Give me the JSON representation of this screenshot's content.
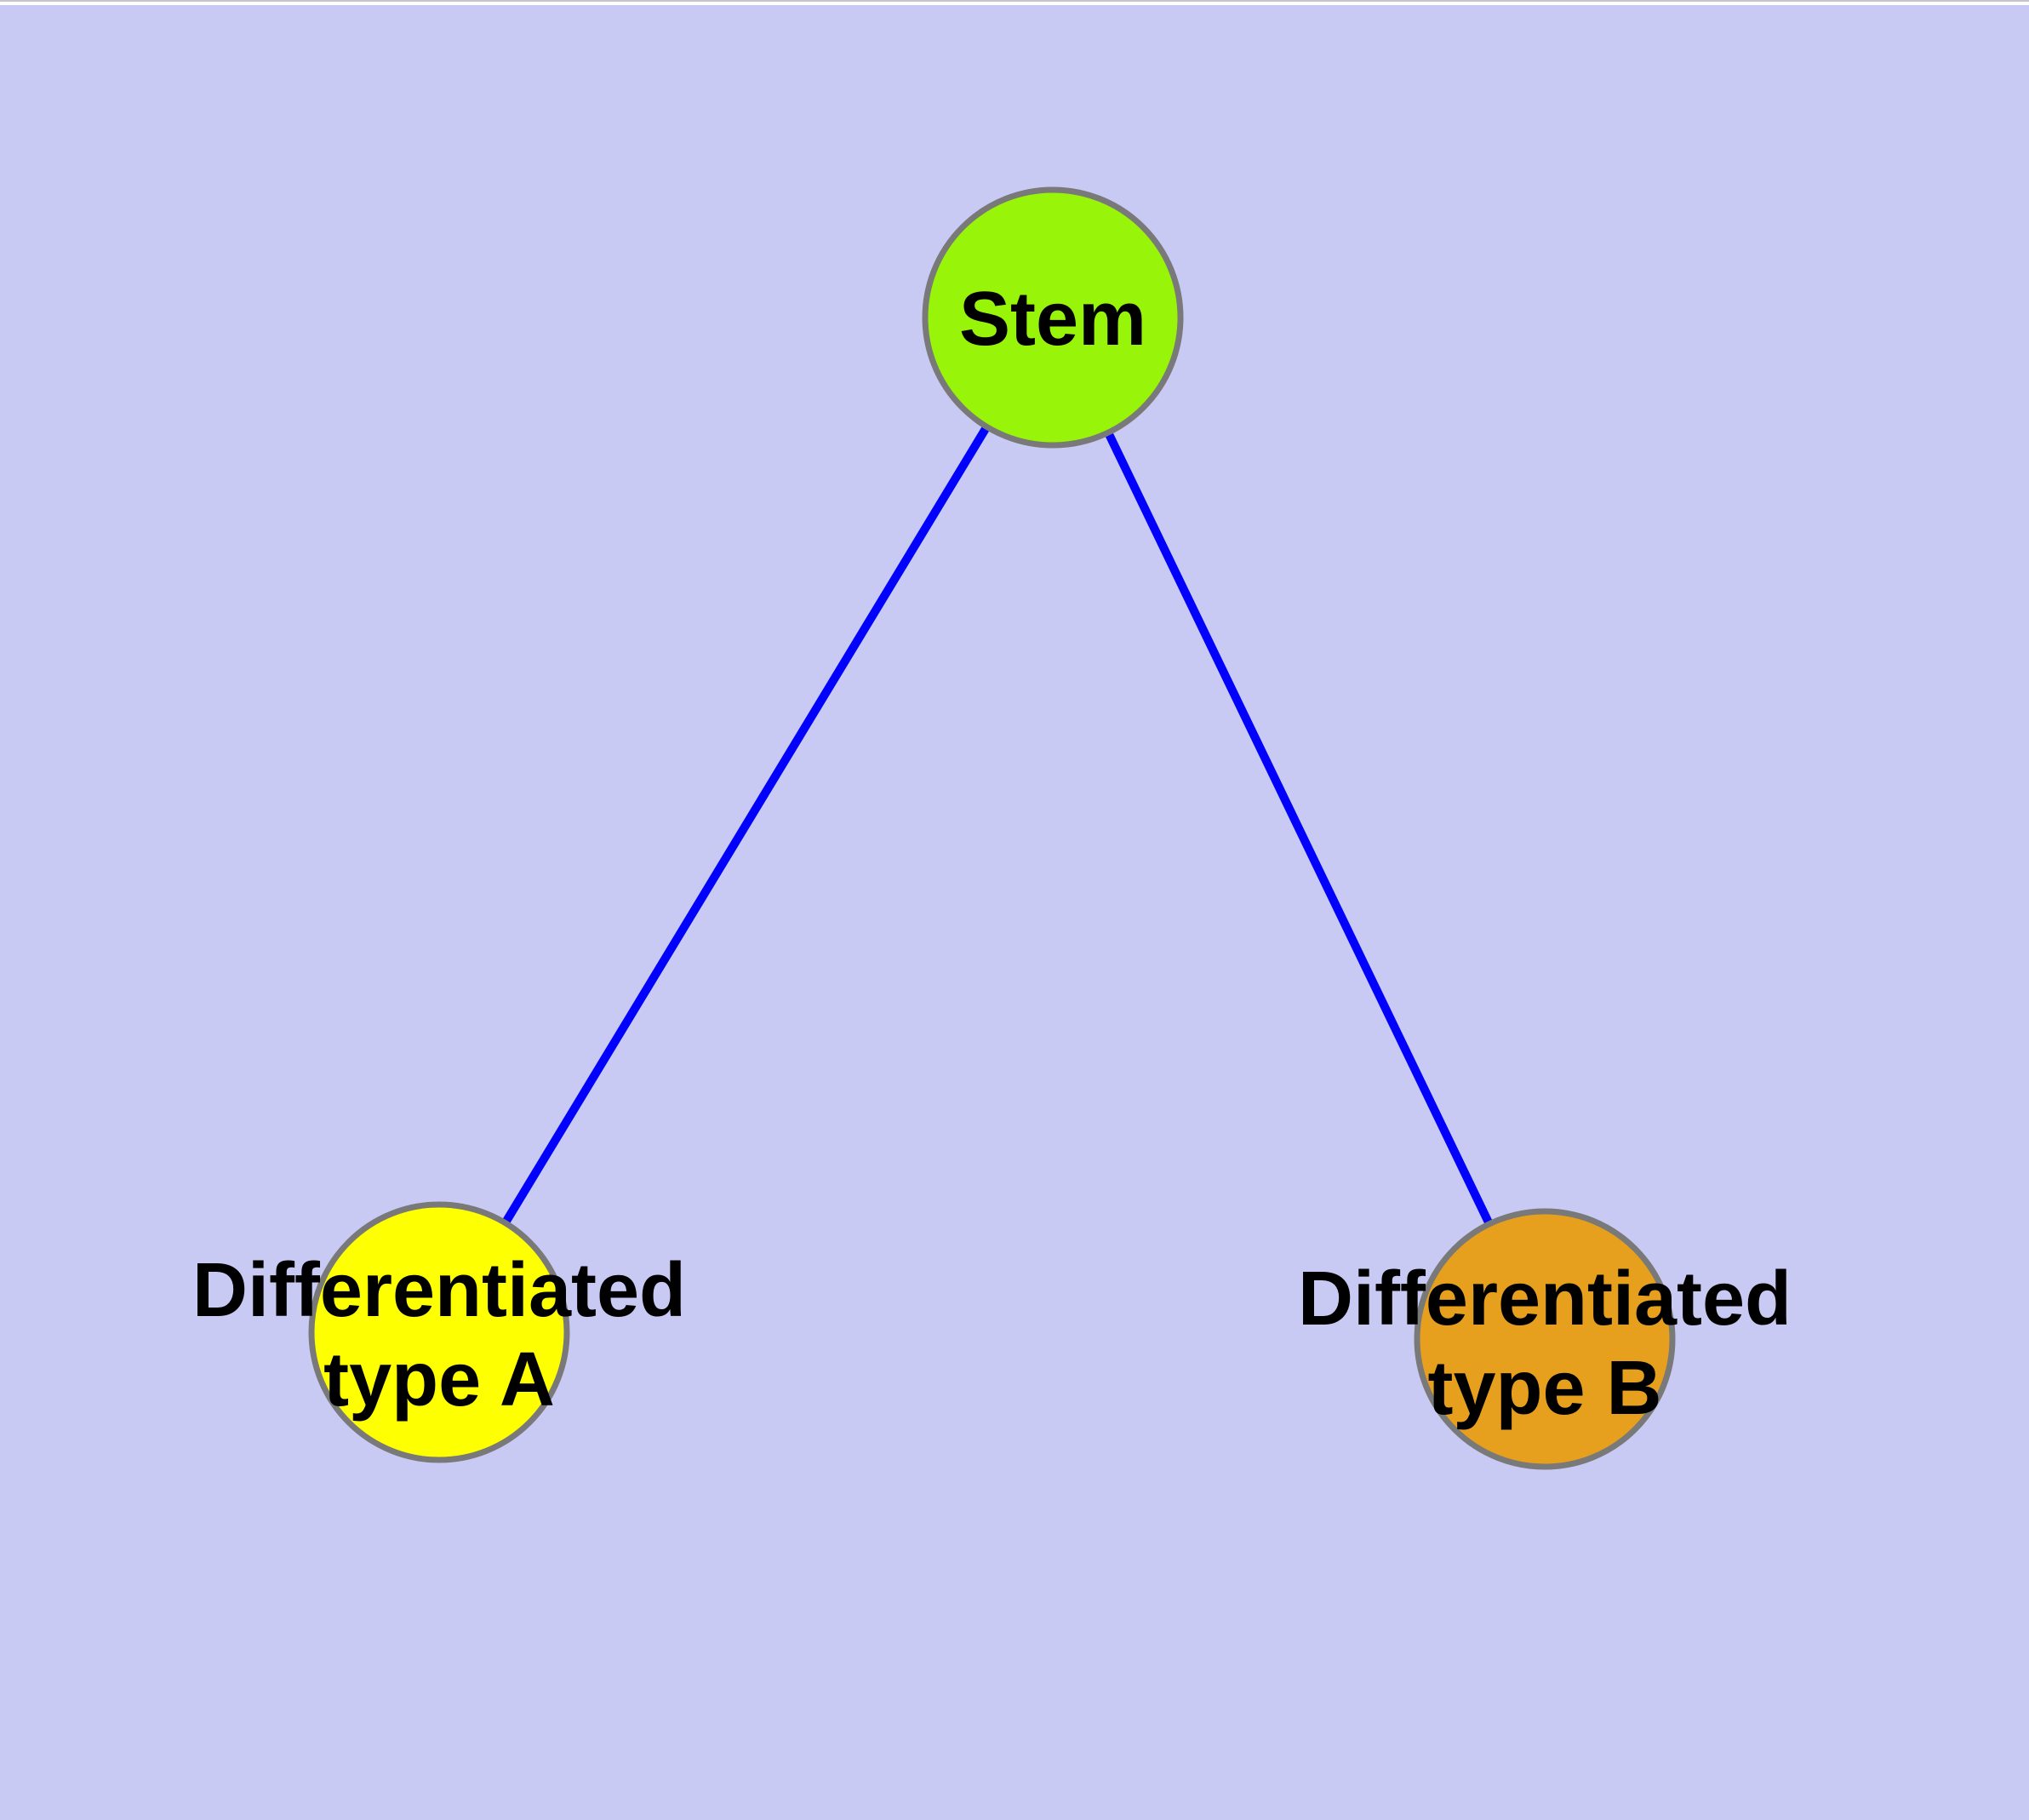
{
  "diagram": {
    "background_color": "#c9caf4",
    "top_strip_color": "#ffffff",
    "top_hairline_color": "#c6c6c6",
    "edge_color": "#0202fc",
    "node_border_color": "#797979",
    "text_color": "#000000",
    "nodes": [
      {
        "id": "stem",
        "label": "Stem",
        "lines": [
          "Stem"
        ],
        "fill": "#98f408"
      },
      {
        "id": "type-a",
        "label": "Differentiated type A",
        "lines": [
          "Differentiated",
          "type A"
        ],
        "fill": "#feff00"
      },
      {
        "id": "type-b",
        "label": "Differentiated type B",
        "lines": [
          "Differentiated",
          "type B"
        ],
        "fill": "#e7a01d"
      }
    ],
    "edges": [
      {
        "from": "Stem",
        "to": "Differentiated type A"
      },
      {
        "from": "Stem",
        "to": "Differentiated type B"
      }
    ]
  }
}
